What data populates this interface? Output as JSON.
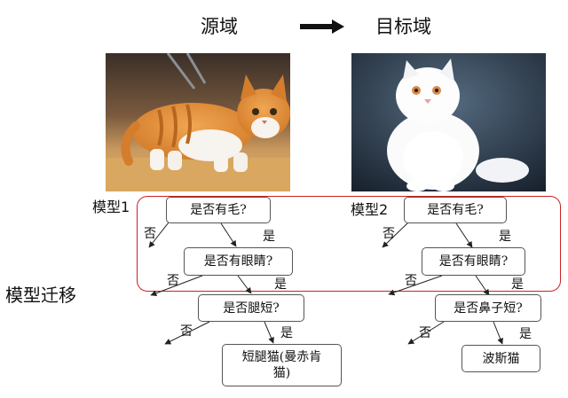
{
  "header": {
    "source_title": "源域",
    "target_title": "目标域"
  },
  "images": {
    "source": {
      "subject": "orange-white-short-legged-cat"
    },
    "target": {
      "subject": "white-persian-cat"
    }
  },
  "labels": {
    "model1": "模型1",
    "model2": "模型2",
    "transfer": "模型迁移"
  },
  "colors": {
    "highlight_border": "#cc2222",
    "node_border": "#555555",
    "edge": "#222222"
  },
  "tree_left": {
    "q1": "是否有毛?",
    "q2": "是否有眼睛?",
    "q3": "是否腿短?",
    "leaf": "短腿猫(曼赤肯猫)",
    "no": "否",
    "yes": "是"
  },
  "tree_right": {
    "q1": "是否有毛?",
    "q2": "是否有眼睛?",
    "q3": "是否鼻子短?",
    "leaf": "波斯猫",
    "no": "否",
    "yes": "是"
  }
}
